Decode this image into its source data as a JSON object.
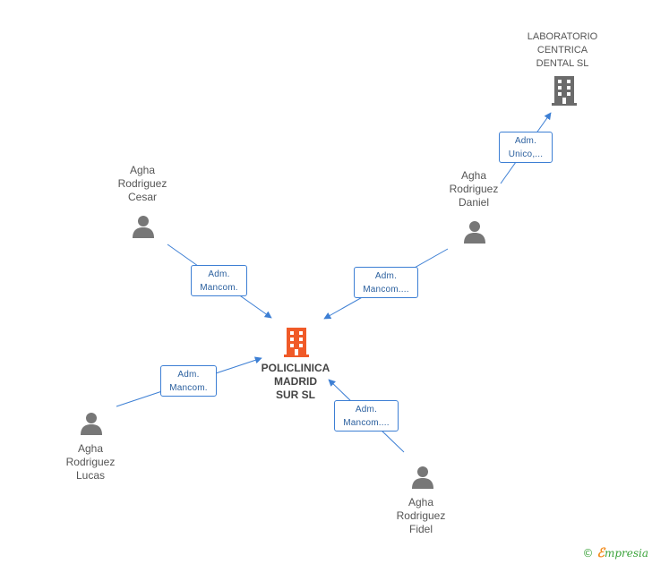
{
  "nodes": {
    "center": {
      "label": "POLICLINICA\nMADRID\nSUR SL",
      "icon": "building-icon",
      "color": "#f05a28"
    },
    "laboratorio": {
      "label": "LABORATORIO\nCENTRICA\nDENTAL SL",
      "icon": "building-icon",
      "color": "#6b6b6b"
    },
    "cesar": {
      "label": "Agha\nRodriguez\nCesar",
      "icon": "person-icon"
    },
    "daniel": {
      "label": "Agha\nRodriguez\nDaniel",
      "icon": "person-icon"
    },
    "lucas": {
      "label": "Agha\nRodriguez\nLucas",
      "icon": "person-icon"
    },
    "fidel": {
      "label": "Agha\nRodriguez\nFidel",
      "icon": "person-icon"
    }
  },
  "edges": {
    "cesar_center": {
      "line1": "Adm.",
      "line2": "Mancom."
    },
    "daniel_center": {
      "line1": "Adm.",
      "line2": "Mancom...."
    },
    "daniel_laboratorio": {
      "line1": "Adm.",
      "line2": "Unico,..."
    },
    "lucas_center": {
      "line1": "Adm.",
      "line2": "Mancom."
    },
    "fidel_center": {
      "line1": "Adm.",
      "line2": "Mancom...."
    }
  },
  "colors": {
    "edge": "#3d7fd4",
    "person": "#777777"
  },
  "footer": {
    "copyright_symbol": "©",
    "brand_initial": "ℰ",
    "brand_rest": "mpresia"
  }
}
